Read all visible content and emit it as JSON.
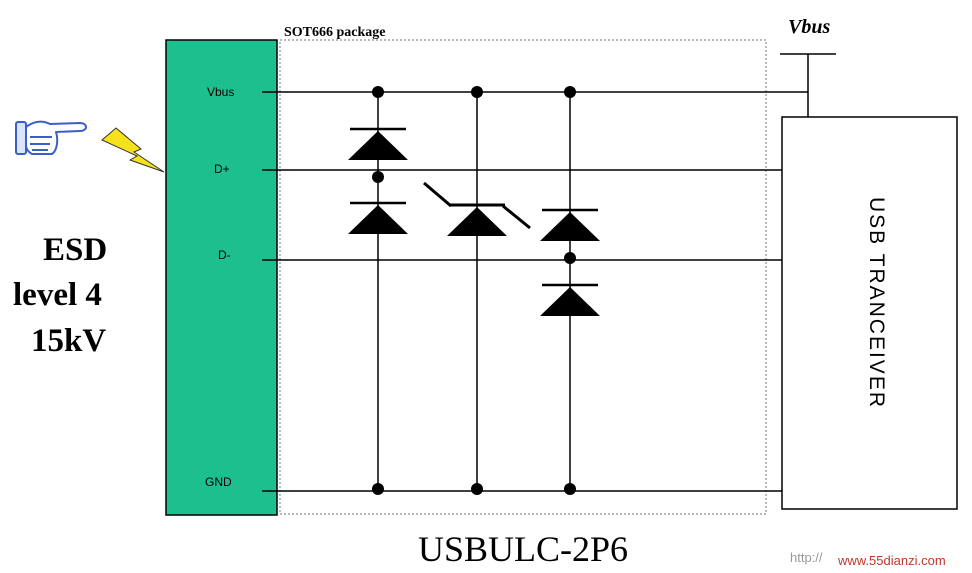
{
  "connector": {
    "pins": [
      "Vbus",
      "D+",
      "D-",
      "GND"
    ],
    "fill_color": "#1dbf8e"
  },
  "package_label": "SOT666 package",
  "part_number": "USBULC-2P6",
  "esd": {
    "line1": "ESD",
    "line2": "level 4",
    "line3": "15kV"
  },
  "vbus_label": "Vbus",
  "transceiver_label": "USB TRANCEIVER",
  "watermark": {
    "prefix": "http://",
    "site": "www.55dianzi.com"
  },
  "icons": {
    "hand": "pointing-hand-icon",
    "spark": "lightning-bolt-icon"
  },
  "colors": {
    "connector": "#1dbf8e",
    "lightning": "#f5e21c",
    "hand": "#3a5fc7"
  }
}
